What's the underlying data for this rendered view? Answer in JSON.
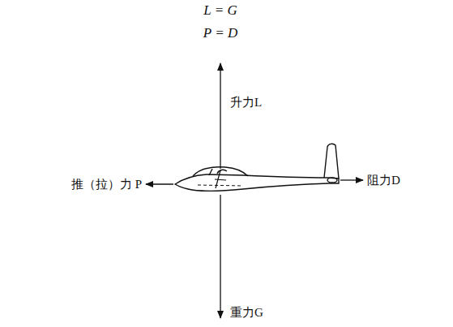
{
  "diagram": {
    "labels": [
      "L = G",
      "P = D",
      "升力L",
      "推（拉）力 P",
      "阻力D",
      "重力G"
    ]
  }
}
